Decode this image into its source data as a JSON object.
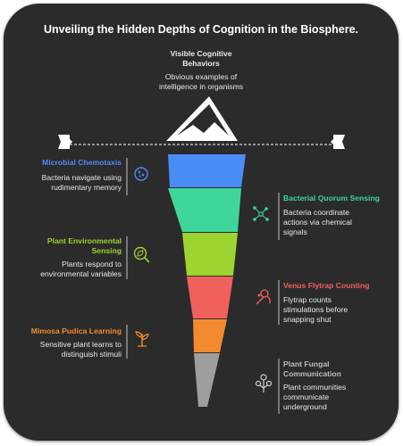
{
  "title": "Unveiling the Hidden Depths of Cognition in the Biosphere.",
  "top": {
    "heading": "Visible Cognitive Behaviors",
    "description": "Obvious examples of intelligence in organisms"
  },
  "levels": [
    {
      "heading": "Microbial Chemotaxis",
      "description": "Bacteria navigate using rudimentary memory",
      "color": "#4a8df6",
      "side": "left",
      "icon": "bacteria-icon"
    },
    {
      "heading": "Bacterial Quorum Sensing",
      "description": "Bacteria coordinate actions via chemical signals",
      "color": "#3fd69b",
      "side": "right",
      "icon": "network-icon"
    },
    {
      "heading": "Plant Environmental Sensing",
      "description": "Plants respond to environmental variables",
      "color": "#9ed430",
      "side": "left",
      "icon": "leaf-search-icon"
    },
    {
      "heading": "Venus Flytrap Counting",
      "description": "Flytrap counts stimulations before snapping shut",
      "color": "#f0605d",
      "side": "right",
      "icon": "flytrap-icon"
    },
    {
      "heading": "Mimosa Pudica Learning",
      "description": "Sensitive plant learns to distinguish stimuli",
      "color": "#f28b30",
      "side": "left",
      "icon": "sprout-icon"
    },
    {
      "heading": "Plant Fungal Communication",
      "description": "Plant communities communicate underground",
      "color": "#9e9e9e",
      "side": "right",
      "icon": "plant-network-icon"
    }
  ]
}
